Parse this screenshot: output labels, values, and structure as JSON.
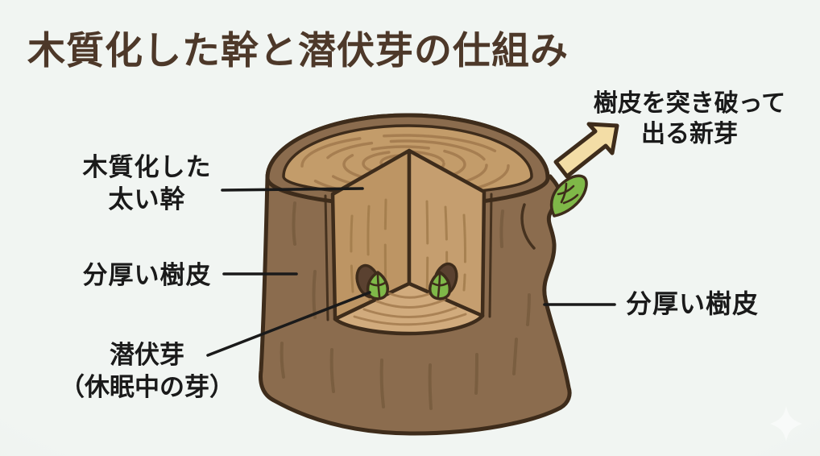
{
  "title": {
    "text": "木質化した幹と潜伏芽の仕組み"
  },
  "labels": {
    "new_shoot": {
      "line1": "樹皮を突き破って",
      "line2": "出る新芽"
    },
    "trunk": {
      "line1": "木質化した",
      "line2": "太い幹"
    },
    "bark_left": {
      "text": "分厚い樹皮"
    },
    "latent_bud": {
      "line1": "潜伏芽",
      "line2": "（休眠中の芽）"
    },
    "bark_right": {
      "text": "分厚い樹皮"
    }
  },
  "icons": {
    "arrow": "up-right-block-arrow",
    "sparkle": "four-pointed-star"
  },
  "colors": {
    "bg": "#f1f5f2",
    "bg-edge": "#e3e9e5",
    "title": "#4d3829",
    "text": "#1a1a1a",
    "line": "#1a1a1a",
    "outline": "#3e2c1b",
    "bark": "#8b6c4e",
    "bark-streak": "#6d5336",
    "top-surface": "#c39c6a",
    "ring": "#a47c4f",
    "face-left": "#bd9564",
    "face-right": "#c59e6f",
    "floor": "#d1ab7d",
    "grain": "#9d7847",
    "bud-green": "#7fb848",
    "bud-crevice": "#5a4130",
    "arrow-fill": "#f3dda6",
    "sparkle": "#ffffff"
  }
}
